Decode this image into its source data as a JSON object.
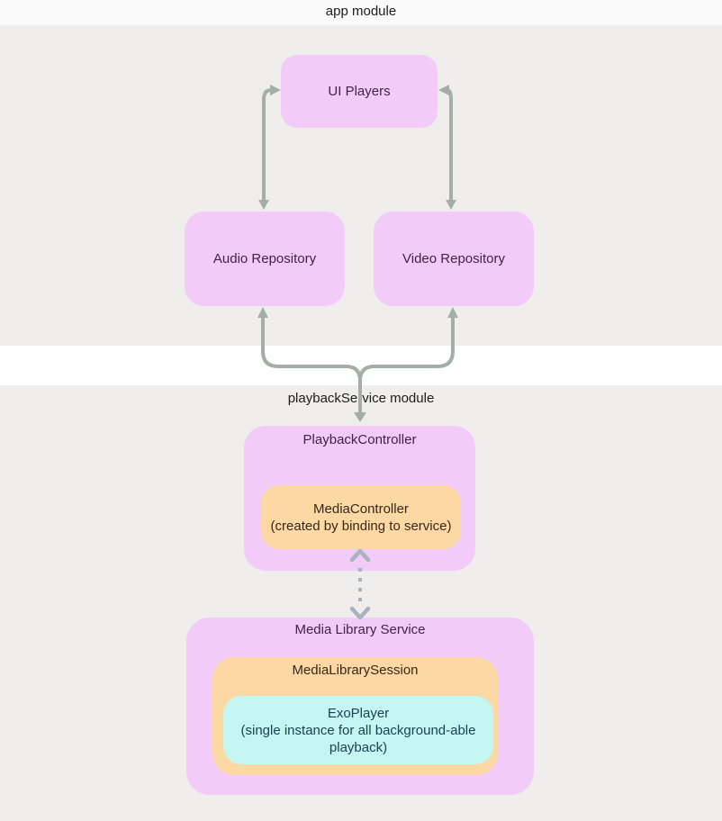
{
  "labels": {
    "app_module": "app module",
    "playback_service_module": "playbackService module"
  },
  "nodes": {
    "ui_players": {
      "label": "UI Players"
    },
    "audio_repository": {
      "label": "Audio Repository"
    },
    "video_repository": {
      "label": "Video Repository"
    },
    "playback_controller": {
      "title": "PlaybackController"
    },
    "media_controller": {
      "lines": [
        "MediaController",
        "(created by binding to service)"
      ]
    },
    "media_library_service": {
      "title": "Media Library Service"
    },
    "media_library_session": {
      "title": "MediaLibrarySession"
    },
    "exo_player": {
      "lines": [
        "ExoPlayer",
        "(single instance for all background-able",
        "playback)"
      ]
    }
  },
  "connectors": [
    {
      "from": "ui_players",
      "to": "audio_repository",
      "style": "solid",
      "bidirectional": true
    },
    {
      "from": "ui_players",
      "to": "video_repository",
      "style": "solid",
      "bidirectional": true
    },
    {
      "from": "audio_repository",
      "to": "playback_controller",
      "style": "solid",
      "bidirectional": true,
      "merged_stem": true
    },
    {
      "from": "video_repository",
      "to": "playback_controller",
      "style": "solid",
      "bidirectional": true,
      "merged_stem": true
    },
    {
      "from": "media_controller",
      "to": "media_library_service",
      "style": "dotted",
      "bidirectional": true
    }
  ],
  "colors": {
    "background": "#efeeed",
    "band_white": "#ffffff",
    "band_top": "#fbfafa",
    "node_pink": "#f3cbf9",
    "node_orange": "#fcd9a4",
    "node_cyan": "#c5f6f1",
    "text_dark": "#1c1c1c",
    "text_purple": "#412346",
    "text_orange": "#3b2616",
    "text_cyan": "#1c4153",
    "arrow_solid": "#a5ada9",
    "arrow_dotted": "#a9b3be"
  }
}
